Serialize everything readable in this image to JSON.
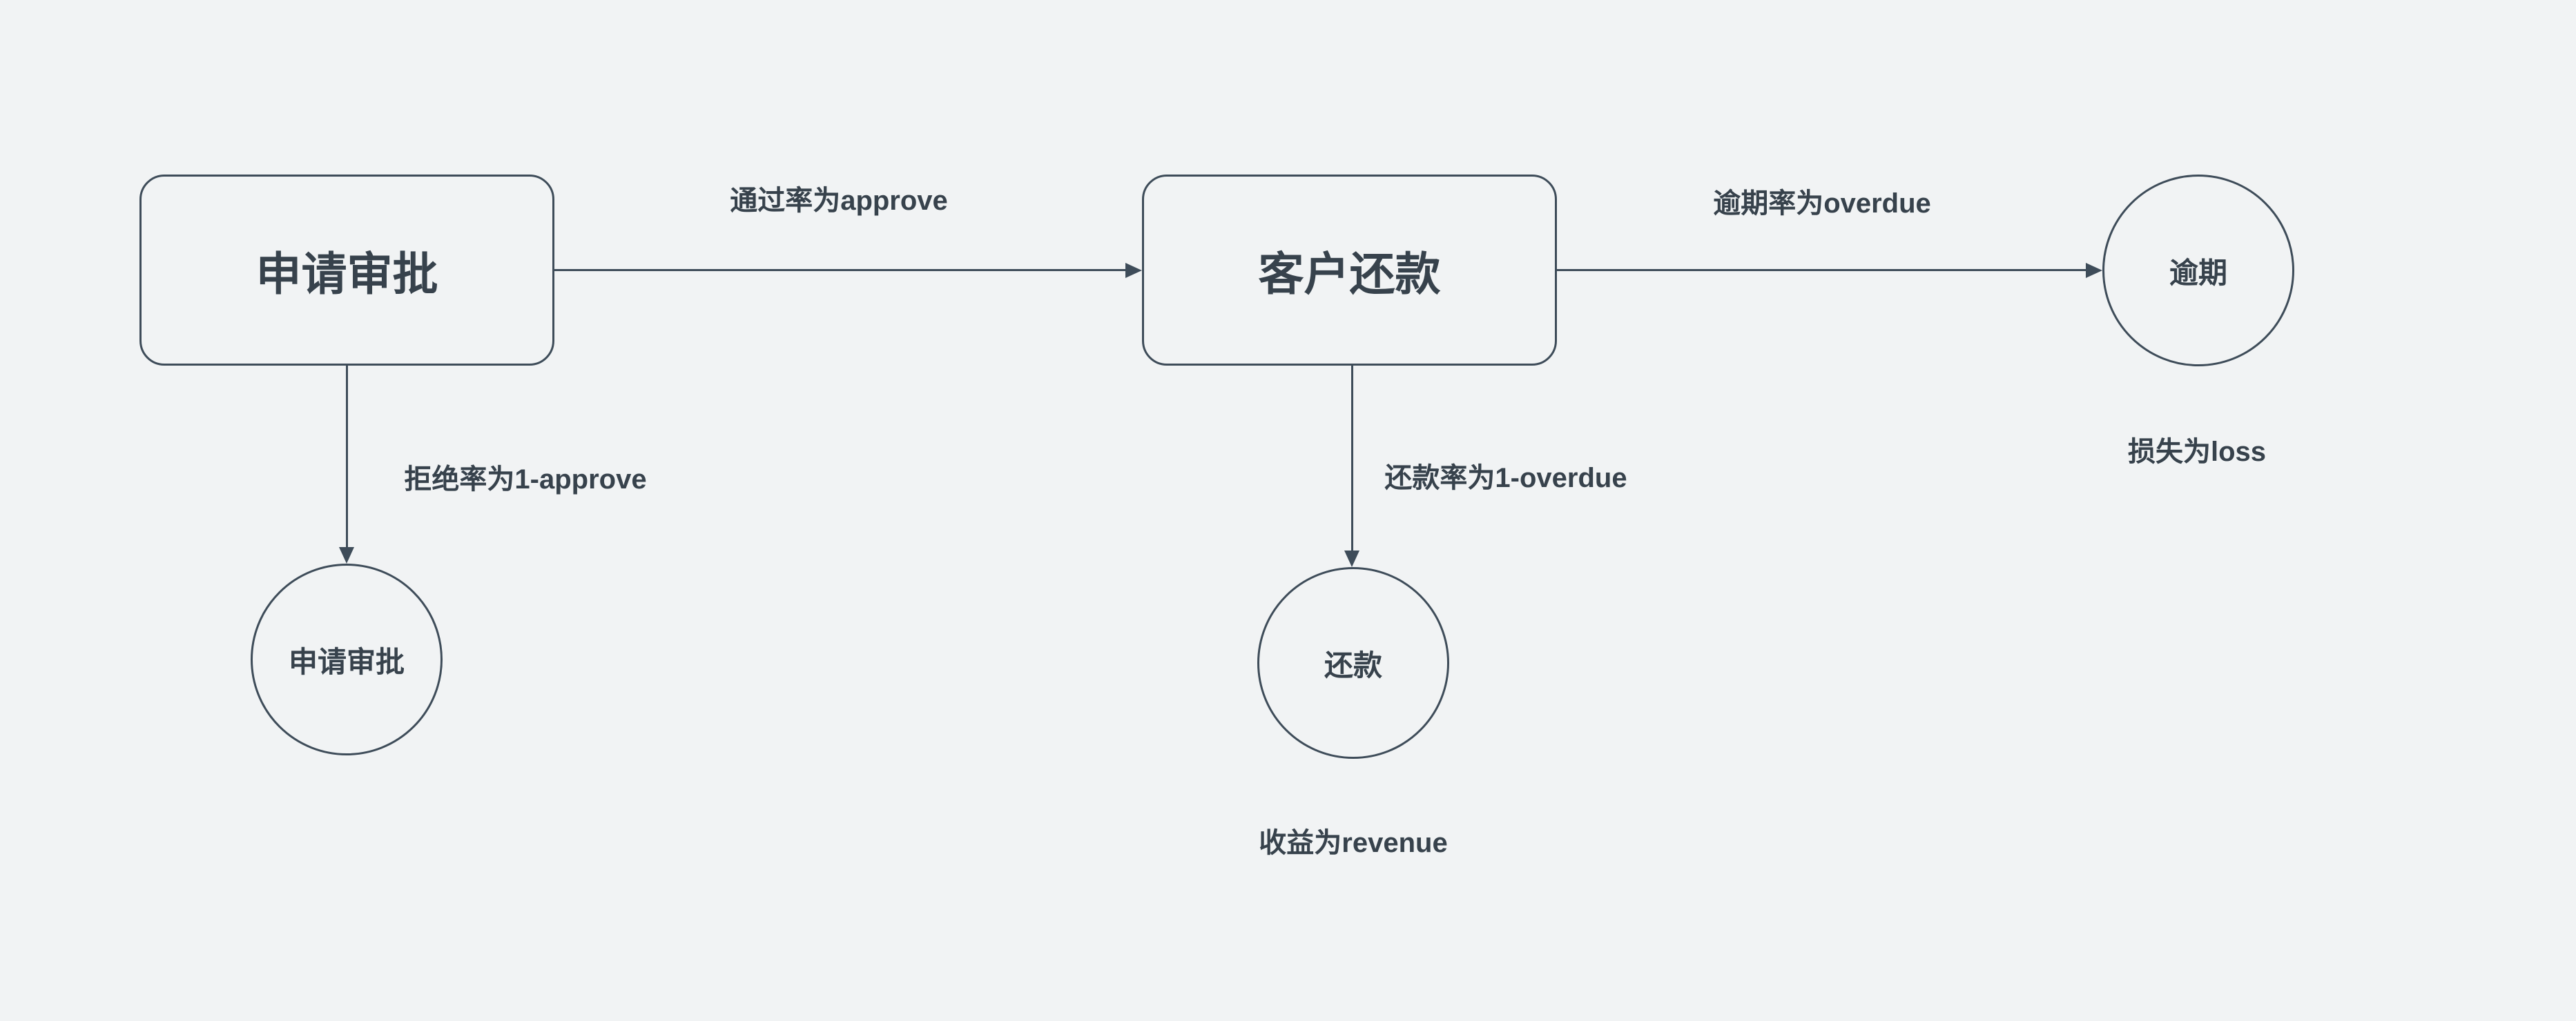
{
  "canvas": {
    "background_color": "#f1f3f4",
    "stroke_color": "#3e4c59",
    "text_color": "#37424c"
  },
  "nodes": [
    {
      "id": "apply-box",
      "shape": "rounded-rect",
      "label": "申请审批"
    },
    {
      "id": "repayment-box",
      "shape": "rounded-rect",
      "label": "客户还款"
    },
    {
      "id": "overdue-circle",
      "shape": "circle",
      "label": "逾期"
    },
    {
      "id": "reject-circle",
      "shape": "circle",
      "label": "申请审批"
    },
    {
      "id": "repaid-circle",
      "shape": "circle",
      "label": "还款"
    }
  ],
  "edges": [
    {
      "from": "apply-box",
      "to": "repayment-box",
      "label": "通过率为approve"
    },
    {
      "from": "repayment-box",
      "to": "overdue-circle",
      "label": "逾期率为overdue"
    },
    {
      "from": "apply-box",
      "to": "reject-circle",
      "label": "拒绝率为1-approve"
    },
    {
      "from": "repayment-box",
      "to": "repaid-circle",
      "label": "还款率为1-overdue"
    }
  ],
  "annotations": [
    {
      "for": "overdue-circle",
      "label": "损失为loss"
    },
    {
      "for": "repaid-circle",
      "label": "收益为revenue"
    }
  ]
}
